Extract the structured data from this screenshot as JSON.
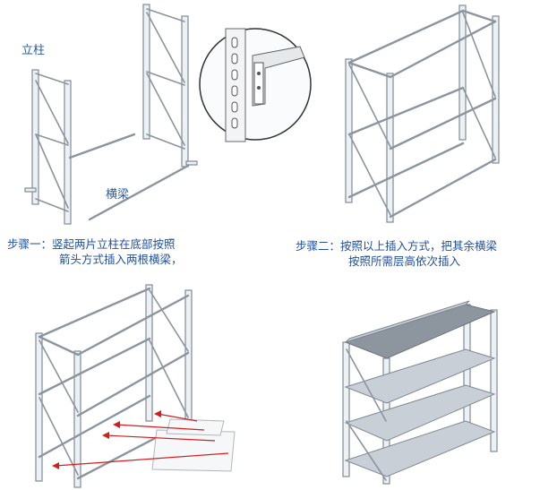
{
  "labels": {
    "upright": "立柱",
    "crossbeam": "横梁"
  },
  "steps": {
    "step1_prefix": "步骤一：",
    "step1_line1": "竖起两片立柱在底部按照",
    "step1_line2": "箭头方式插入两根横梁，",
    "step2_prefix": "步骤二：",
    "step2_line1": "按照以上插入方式，把其余横梁",
    "step2_line2": "按照所需层高依次插入"
  },
  "colors": {
    "label_text": "#2a5aa8",
    "arrow": "#d11f1f",
    "metal": "#8a95a0"
  }
}
